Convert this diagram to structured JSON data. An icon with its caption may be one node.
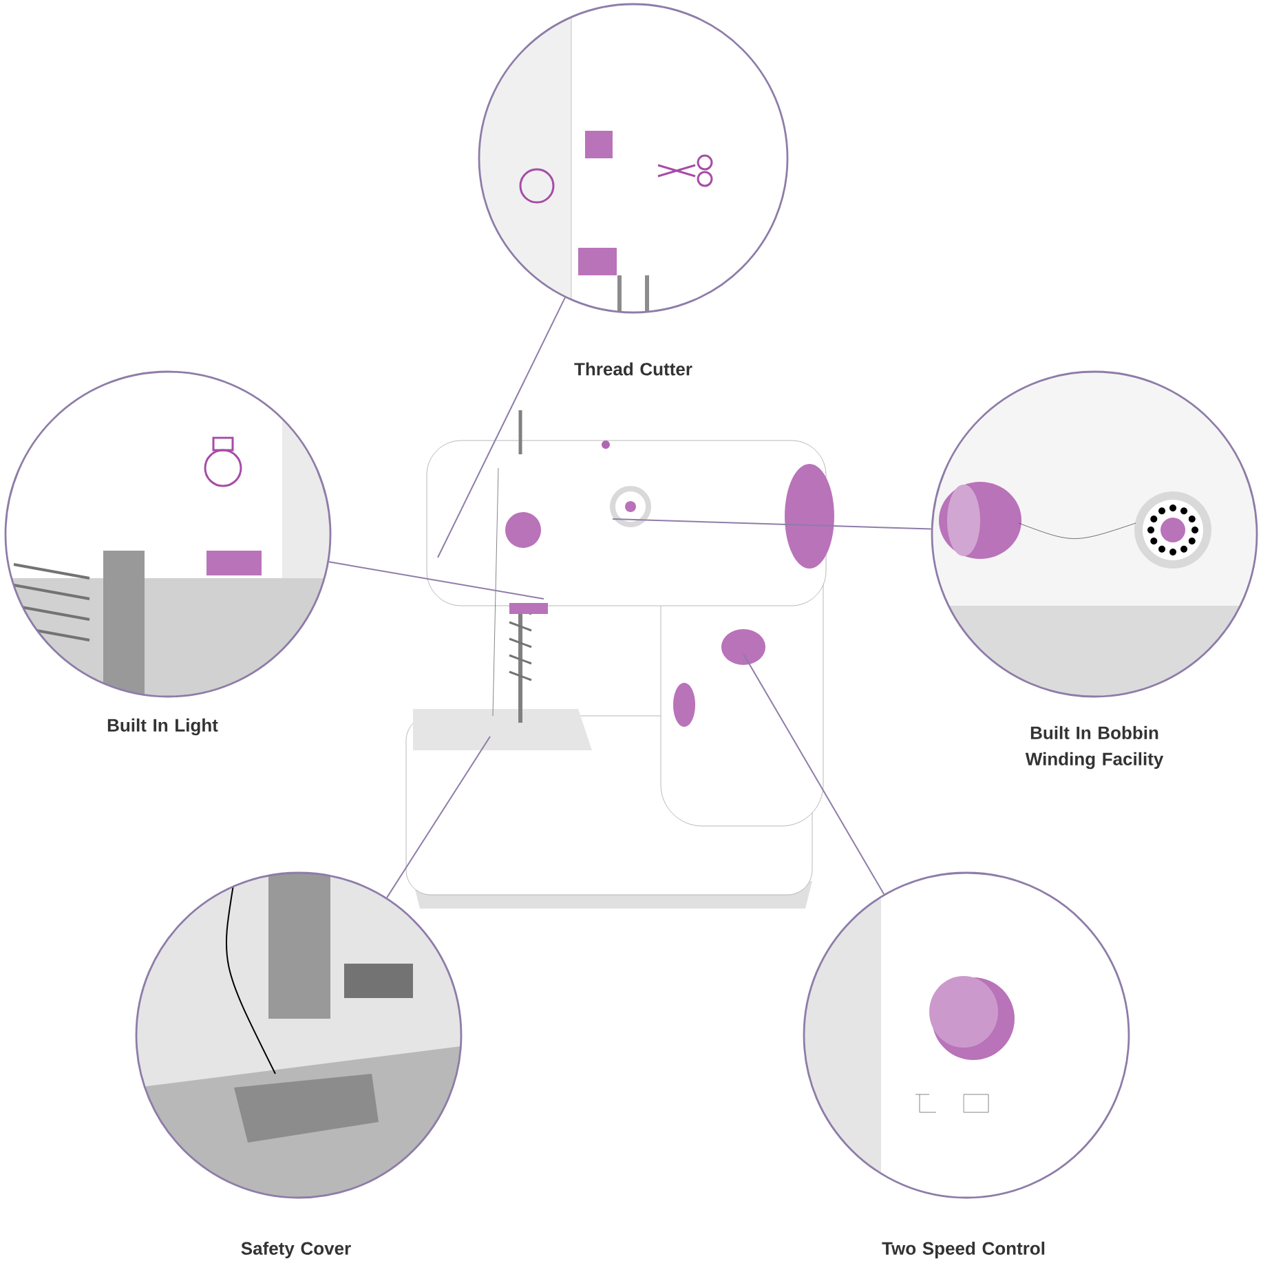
{
  "diagram": {
    "nodes": [
      {
        "text": [
          "Thread Cutter"
        ]
      },
      {
        "text": [
          "Built In Light"
        ]
      },
      {
        "text": [
          "Built In Bobbin Winding Facility"
        ]
      },
      {
        "text": [],
        "shape": "picture"
      },
      {
        "text": [
          "Safety Cover"
        ]
      },
      {
        "text": [
          "Two Speed Control"
        ]
      }
    ],
    "edges": [
      {
        "from": 0,
        "to": 3,
        "arrow": "none"
      },
      {
        "from": 1,
        "to": 3,
        "arrow": "none"
      },
      {
        "from": 2,
        "to": 3,
        "arrow": "none"
      },
      {
        "from": 4,
        "to": 3,
        "arrow": "none"
      },
      {
        "from": 5,
        "to": 3,
        "arrow": "none"
      }
    ]
  }
}
